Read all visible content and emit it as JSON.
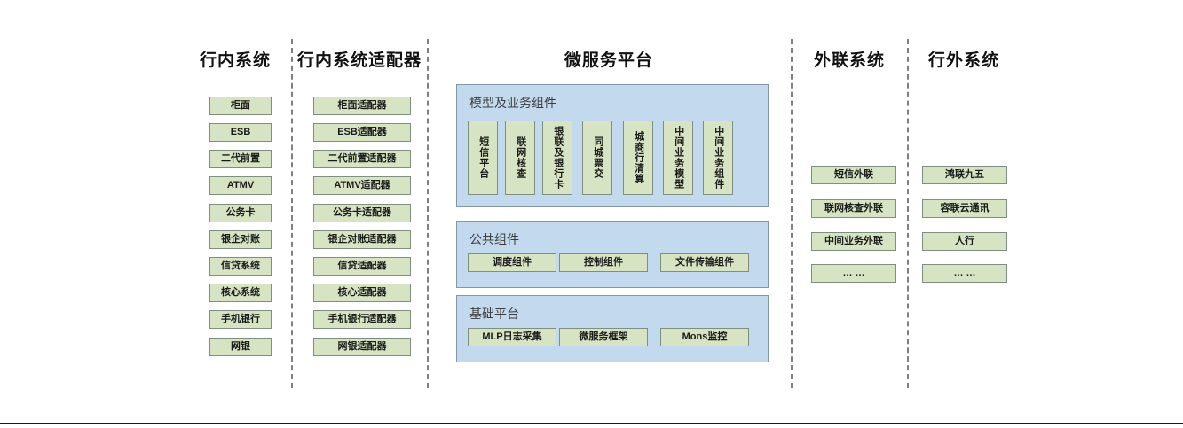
{
  "diagram": {
    "columns": [
      {
        "id": "internal-systems",
        "title": "行内系统",
        "items": [
          "柜面",
          "ESB",
          "二代前置",
          "ATMV",
          "公务卡",
          "银企对账",
          "信贷系统",
          "核心系统",
          "手机银行",
          "网银"
        ]
      },
      {
        "id": "internal-system-adapters",
        "title": "行内系统适配器",
        "items": [
          "柜面适配器",
          "ESB适配器",
          "二代前置适配器",
          "ATMV适配器",
          "公务卡适配器",
          "银企对账适配器",
          "信贷适配器",
          "核心适配器",
          "手机银行适配器",
          "网银适配器"
        ]
      },
      {
        "id": "microservice-platform",
        "title": "微服务平台",
        "panels": [
          {
            "id": "model-business-components",
            "title": "模型及业务组件",
            "orientation": "vertical",
            "items": [
              "短信平台",
              "联网核查",
              "银联及银行卡",
              "同城票交",
              "城商行清算",
              "中间业务模型",
              "中间业务组件"
            ]
          },
          {
            "id": "public-components",
            "title": "公共组件",
            "orientation": "horizontal",
            "items": [
              "调度组件",
              "控制组件",
              "文件传输组件"
            ]
          },
          {
            "id": "base-platform",
            "title": "基础平台",
            "orientation": "horizontal",
            "items": [
              "MLP日志采集",
              "微服务框架",
              "Mons监控"
            ]
          }
        ]
      },
      {
        "id": "external-link-systems",
        "title": "外联系统",
        "items": [
          "短信外联",
          "联网核查外联",
          "中间业务外联",
          "… …"
        ]
      },
      {
        "id": "outside-bank-systems",
        "title": "行外系统",
        "items": [
          "鸿联九五",
          "容联云通讯",
          "人行",
          "… …"
        ]
      }
    ],
    "colors": {
      "green_fill": "#d7e4c3",
      "green_border": "#7f8f7f",
      "blue_fill": "#c3d9ee",
      "blue_border": "#8596a8",
      "divider": "#808080",
      "text": "#1a1a1a",
      "panel_title": "#3d3d3d"
    }
  }
}
